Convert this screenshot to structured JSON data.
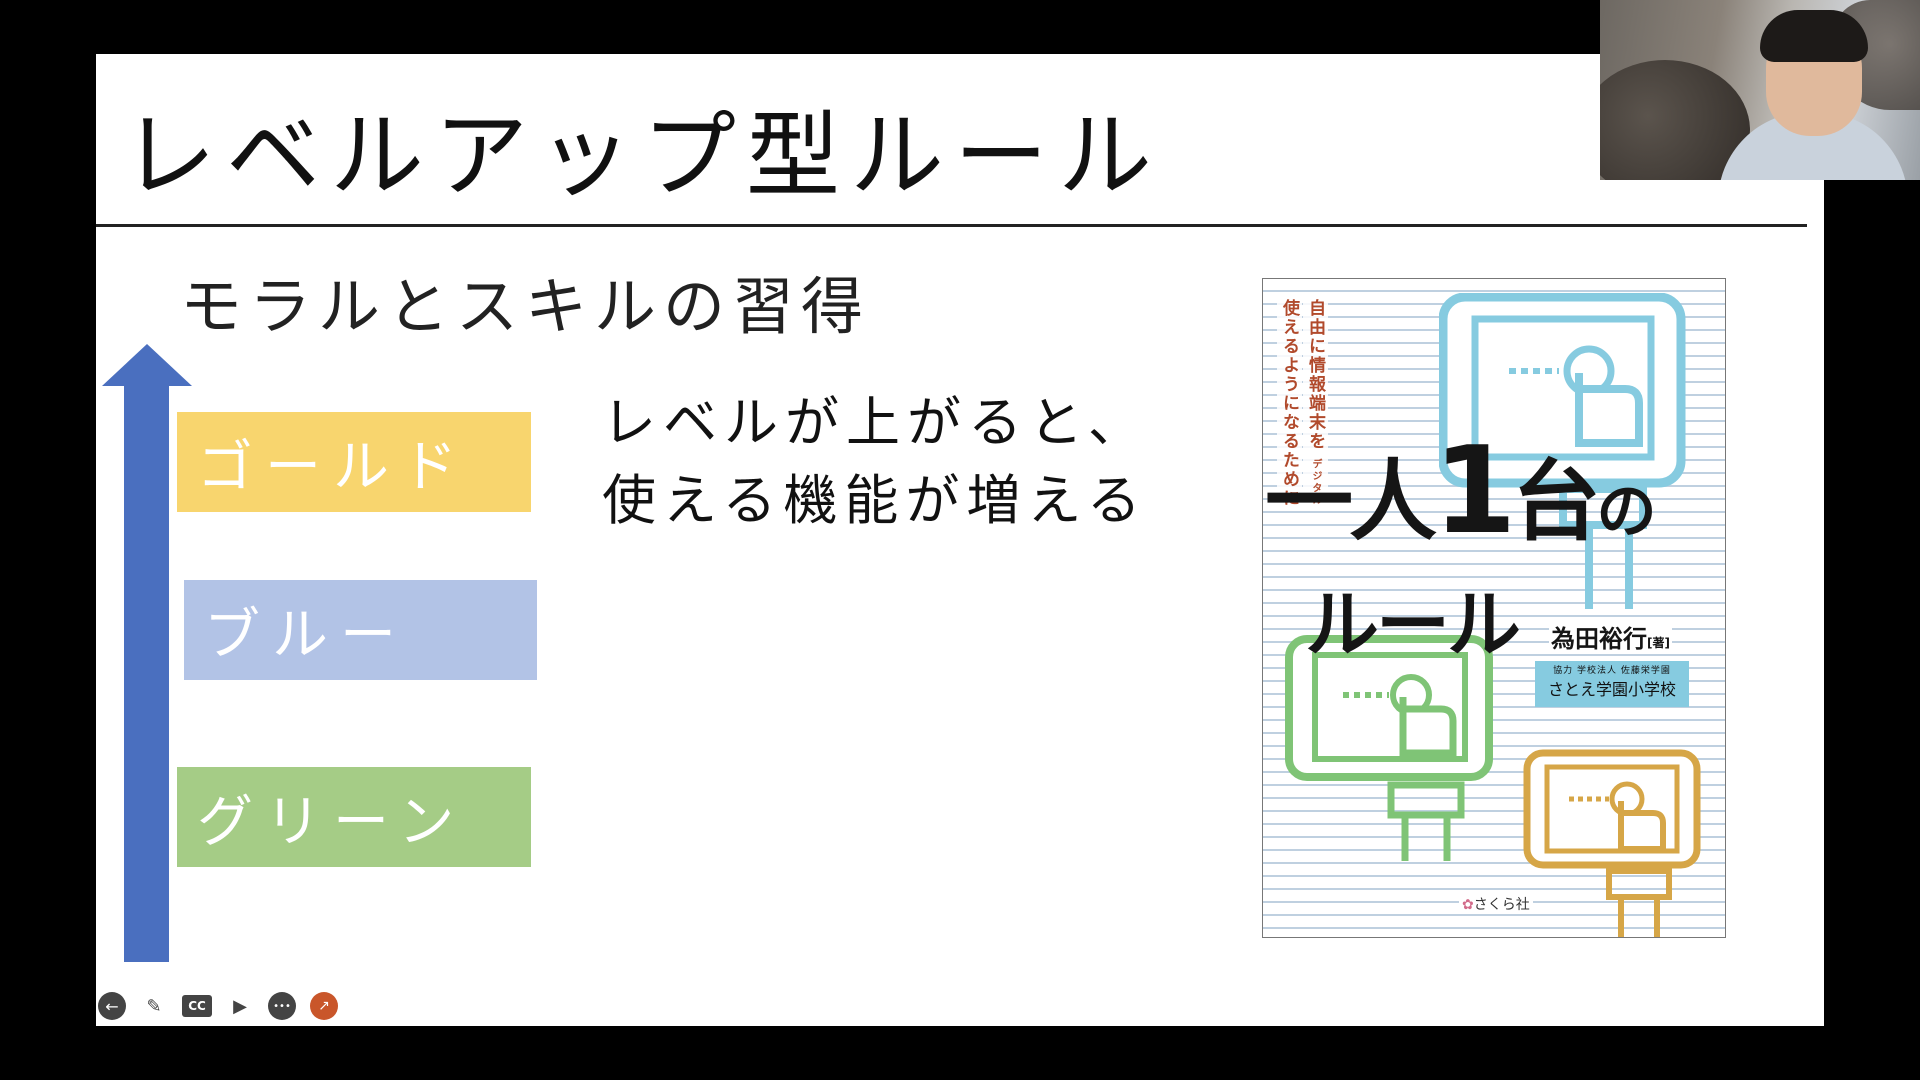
{
  "slide": {
    "title": "レベルアップ型ルール",
    "subtitle": "モラルとスキルの習得",
    "levels": [
      {
        "label": "ゴールド",
        "color": "#f8d56e"
      },
      {
        "label": "ブルー",
        "color": "#b2c3e6"
      },
      {
        "label": "グリーン",
        "color": "#a5cc86"
      }
    ],
    "arrow_color": "#4a6fbf",
    "description": {
      "line1": "レベルが上がると、",
      "line2": "使える機能が増える"
    }
  },
  "book": {
    "tagline_line1": "自由に情報端末を",
    "tagline_ruby": "デジタル",
    "tagline_line2": "使えるようになるために",
    "title_part1": "一人",
    "title_number": "1",
    "title_part2": "台",
    "title_part3": "の",
    "title_line2": "ルール",
    "author_name": "為田裕行",
    "author_role": "[著]",
    "cooperation_label": "協力",
    "cooperation_org": "学校法人 佐藤栄学園",
    "school_name": "さとえ学園小学校",
    "publisher": "さくら社",
    "colors": {
      "blue": "#86cbe0",
      "green": "#7fc476",
      "gold": "#d6a647"
    }
  },
  "controls": [
    {
      "name": "back-icon",
      "glyph": "←"
    },
    {
      "name": "pen-icon",
      "glyph": "✎"
    },
    {
      "name": "captions-icon",
      "glyph": "CC"
    },
    {
      "name": "camera-off-icon",
      "glyph": "▶"
    },
    {
      "name": "more-icon",
      "glyph": "•••"
    },
    {
      "name": "pointer-icon",
      "glyph": "↗"
    }
  ]
}
